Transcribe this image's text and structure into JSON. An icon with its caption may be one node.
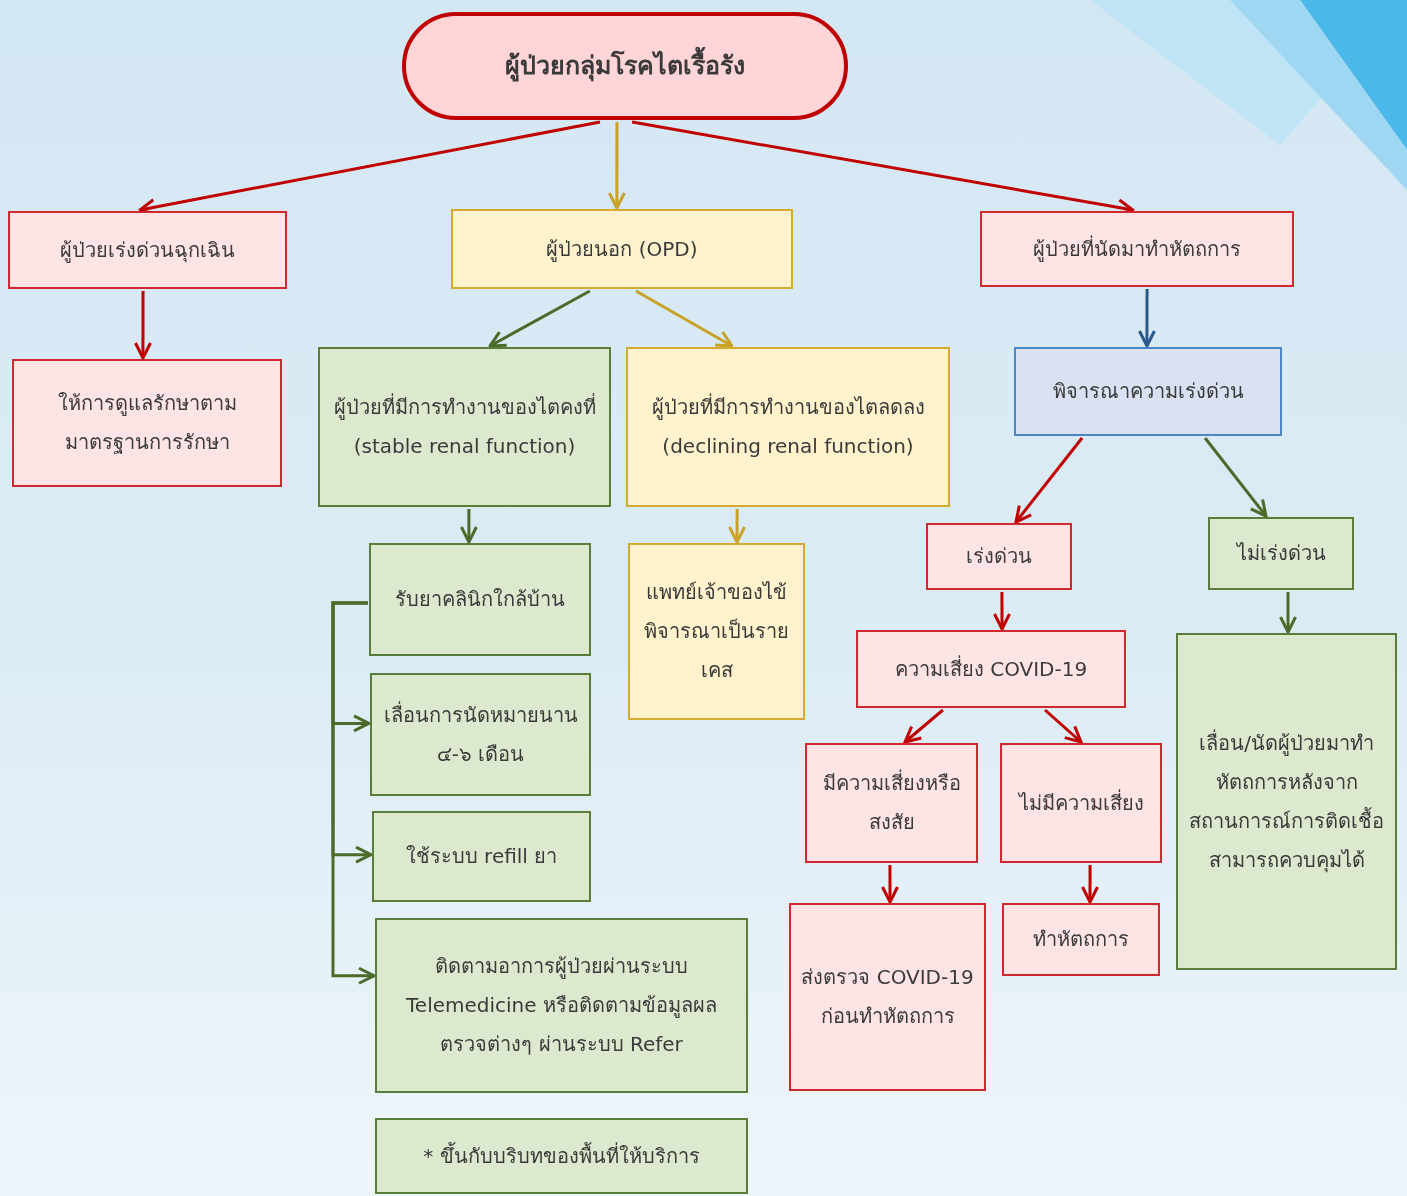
{
  "diagram": {
    "nodes": [
      {
        "text": [
          "ผู้ป่วยกลุ่มโรคไตเรื้อรัง"
        ]
      },
      {
        "text": [
          "ผู้ป่วยเร่งด่วนฉุกเฉิน"
        ]
      },
      {
        "text": [
          "ผู้ป่วยนอก (OPD)"
        ]
      },
      {
        "text": [
          "ผู้ป่วยที่นัดมาทำหัตถการ"
        ]
      },
      {
        "text": [
          "ให้การดูแลรักษาตามมาตรฐานการรักษา"
        ]
      },
      {
        "text": [
          "ผู้ป่วยที่มีการทำงานของไตคงที่",
          "(stable renal function)"
        ]
      },
      {
        "text": [
          "ผู้ป่วยที่มีการทำงานของไตลดลง",
          "(declining renal function)"
        ]
      },
      {
        "text": [
          "พิจารณาความเร่งด่วน"
        ]
      },
      {
        "text": [
          "รับยาคลินิกใกล้บ้าน"
        ]
      },
      {
        "text": [
          "แพทย์เจ้าของไข้พิจารณาเป็นรายเคส"
        ]
      },
      {
        "text": [
          "เร่งด่วน"
        ]
      },
      {
        "text": [
          "ไม่เร่งด่วน"
        ]
      },
      {
        "text": [
          "ความเสี่ยง COVID-19"
        ]
      },
      {
        "text": [
          "เลื่อนการนัดหมายนาน ๔-๖ เดือน"
        ]
      },
      {
        "text": [
          "เลื่อน/นัดผู้ป่วยมาทำหัตถการหลังจากสถานการณ์การติดเชื้อสามารถควบคุมได้"
        ]
      },
      {
        "text": [
          "มีความเสี่ยงหรือสงสัย"
        ]
      },
      {
        "text": [
          "ไม่มีความเสี่ยง"
        ]
      },
      {
        "text": [
          "ใช้ระบบ refill ยา"
        ]
      },
      {
        "text": [
          "ส่งตรวจ COVID-19 ก่อนทำหัตถการ"
        ]
      },
      {
        "text": [
          "ทำหัตถการ"
        ]
      },
      {
        "text": [
          "ติดตามอาการผู้ป่วยผ่านระบบ Telemedicine หรือติดตามข้อมูลผลตรวจต่างๆ ผ่านระบบ Refer"
        ]
      },
      {
        "text": [
          "* ขึ้นกับบริบทของพื้นที่ให้บริการ"
        ]
      }
    ],
    "edges": [
      {
        "from": 0,
        "to": 1,
        "arrow": "to"
      },
      {
        "from": 0,
        "to": 2,
        "arrow": "to",
        "color": "#c9a227"
      },
      {
        "from": 0,
        "to": 3,
        "arrow": "to"
      },
      {
        "from": 1,
        "to": 4,
        "arrow": "to"
      },
      {
        "from": 2,
        "to": 5,
        "arrow": "to",
        "color": "#4a6b2a"
      },
      {
        "from": 2,
        "to": 6,
        "arrow": "to",
        "color": "#c9a227"
      },
      {
        "from": 3,
        "to": 7,
        "arrow": "to",
        "color": "#2a5a8a"
      },
      {
        "from": 5,
        "to": 8,
        "arrow": "to",
        "color": "#4a6b2a"
      },
      {
        "from": 6,
        "to": 9,
        "arrow": "to",
        "color": "#c9a227"
      },
      {
        "from": 7,
        "to": 10,
        "arrow": "to"
      },
      {
        "from": 7,
        "to": 11,
        "arrow": "to",
        "color": "#4a6b2a"
      },
      {
        "from": 10,
        "to": 12,
        "arrow": "to"
      },
      {
        "from": 11,
        "to": 14,
        "arrow": "to",
        "color": "#4a6b2a"
      },
      {
        "from": 12,
        "to": 15,
        "arrow": "to"
      },
      {
        "from": 12,
        "to": 16,
        "arrow": "to"
      },
      {
        "from": 15,
        "to": 18,
        "arrow": "to"
      },
      {
        "from": 16,
        "to": 19,
        "arrow": "to"
      },
      {
        "from": 8,
        "to": 13,
        "arrow": "to",
        "color": "#4a6b2a"
      },
      {
        "from": 8,
        "to": 17,
        "arrow": "to",
        "color": "#4a6b2a"
      },
      {
        "from": 8,
        "to": 20,
        "arrow": "to",
        "color": "#4a6b2a"
      }
    ]
  }
}
